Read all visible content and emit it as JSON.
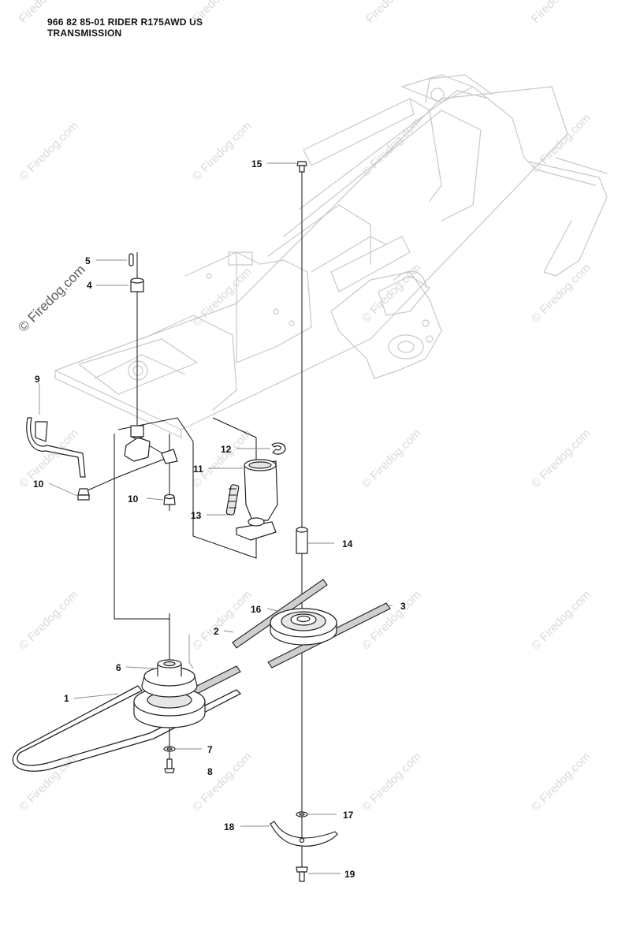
{
  "header": {
    "line1": "966 82 85-01 RIDER R175AWD US",
    "line2": "TRANSMISSION"
  },
  "watermark": {
    "text": "© Firedog.com",
    "short_text": "Firedog.com"
  },
  "callouts": {
    "c1": "1",
    "c2": "2",
    "c3": "3",
    "c4": "4",
    "c5": "5",
    "c6": "6",
    "c7": "7",
    "c8": "8",
    "c9": "9",
    "c10a": "10",
    "c10b": "10",
    "c11": "11",
    "c12": "12",
    "c13": "13",
    "c14": "14",
    "c15": "15",
    "c16": "16",
    "c17": "17",
    "c18": "18",
    "c19": "19"
  }
}
